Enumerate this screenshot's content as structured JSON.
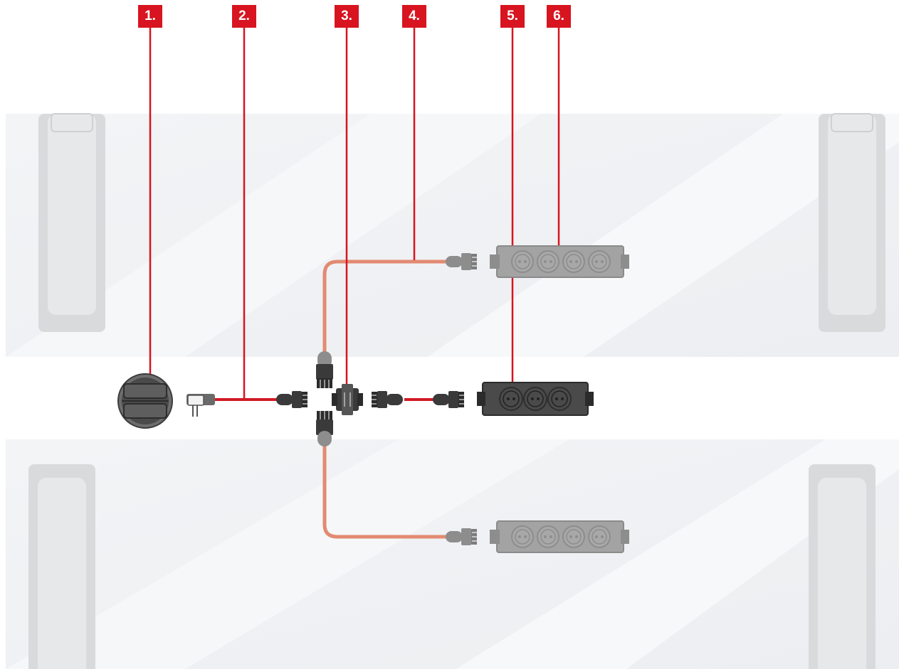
{
  "callouts": [
    {
      "label": "1.",
      "part": "floor-socket"
    },
    {
      "label": "2.",
      "part": "power-plug-cable"
    },
    {
      "label": "3.",
      "part": "distribution-junction"
    },
    {
      "label": "4.",
      "part": "extension-cable"
    },
    {
      "label": "5.",
      "part": "power-strip-3-socket"
    },
    {
      "label": "6.",
      "part": "power-strip-4-socket"
    }
  ],
  "colors": {
    "callout_red": "#d7141f",
    "main_cable_red": "#d11a25",
    "extension_cable_salmon": "#e28a72",
    "connector_dark": "#3a3a3a",
    "connector_faded": "#8d8d8d",
    "desk_panel": "#f0f1f3",
    "desk_leg": "#d9dadc"
  }
}
